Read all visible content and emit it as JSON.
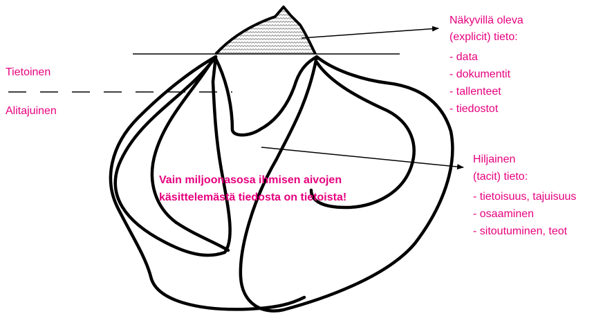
{
  "colors": {
    "accent": "#e6007e",
    "ink": "#000000",
    "background": "#ffffff",
    "hatch": "#9a9a9a"
  },
  "levels": {
    "conscious": "Tietoinen",
    "subconscious": "Alitajuinen"
  },
  "explicit": {
    "title_line1": "Näkyvillä oleva",
    "title_line2": "(explicit) tieto:",
    "items": [
      "- data",
      "- dokumentit",
      "- tallenteet",
      "- tiedostot"
    ]
  },
  "tacit": {
    "title_line1": "Hiljainen",
    "title_line2": "(tacit) tieto:",
    "items": [
      "- tietoisuus, tajuisuus",
      "- osaaminen",
      "- sitoutuminen, teot"
    ]
  },
  "center_text": {
    "line1": "Vain miljoonasosa ihmisen aivojen",
    "line2": "käsittelemästä tiedosta on tietoista!"
  }
}
